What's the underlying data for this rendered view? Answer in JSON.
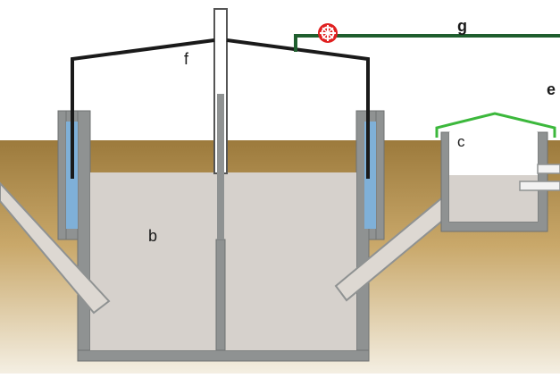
{
  "labels": {
    "b": "b",
    "c": "c",
    "e": "e",
    "f": "f",
    "g": "g"
  },
  "colors": {
    "soil_top": "#9c7a3c",
    "soil_bottom": "#f4efe3",
    "tank_wall": "#8f9292",
    "slurry": "#d6d1cc",
    "water_jacket": "#7fb0d8",
    "gas_pipe": "#1a1a1a",
    "gas_line": "#1f5e2e",
    "valve": "#e02020",
    "cover": "#3cb83c"
  },
  "icons": {
    "valve": "valve-icon"
  }
}
